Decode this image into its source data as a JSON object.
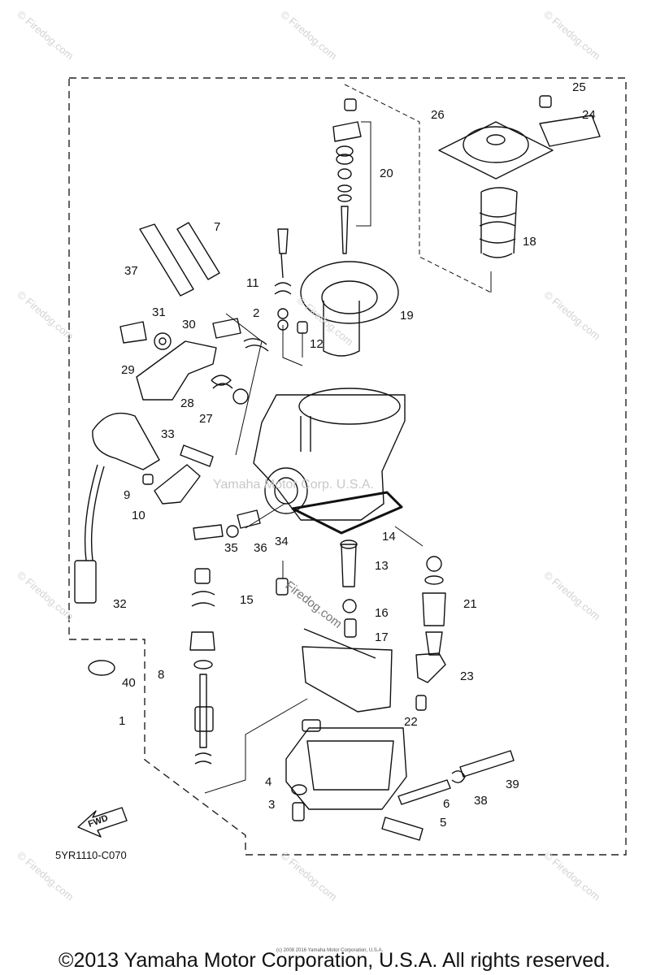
{
  "diagram_code": "5YR1110-C070",
  "copyright": "©2013 Yamaha Motor Corporation, U.S.A. All rights reserved.",
  "fine_print": "(c) 2008 2016 Yamaha Motor Corporation, U.S.A.",
  "center_watermark": "Yamaha Motor Corp. U.S.A.",
  "diagonal_watermark": "Firedog.com",
  "corner_watermark": "© Firedog.com",
  "fwd_label": "FWD",
  "callouts": [
    "1",
    "2",
    "3",
    "4",
    "5",
    "6",
    "7",
    "8",
    "9",
    "10",
    "11",
    "12",
    "13",
    "14",
    "15",
    "16",
    "17",
    "18",
    "19",
    "20",
    "21",
    "22",
    "23",
    "24",
    "25",
    "26",
    "27",
    "28",
    "29",
    "30",
    "31",
    "32",
    "33",
    "34",
    "35",
    "36",
    "37",
    "38",
    "39",
    "40"
  ],
  "colors": {
    "line": "#111111",
    "watermark": "#d3d3d3",
    "background": "#ffffff"
  }
}
